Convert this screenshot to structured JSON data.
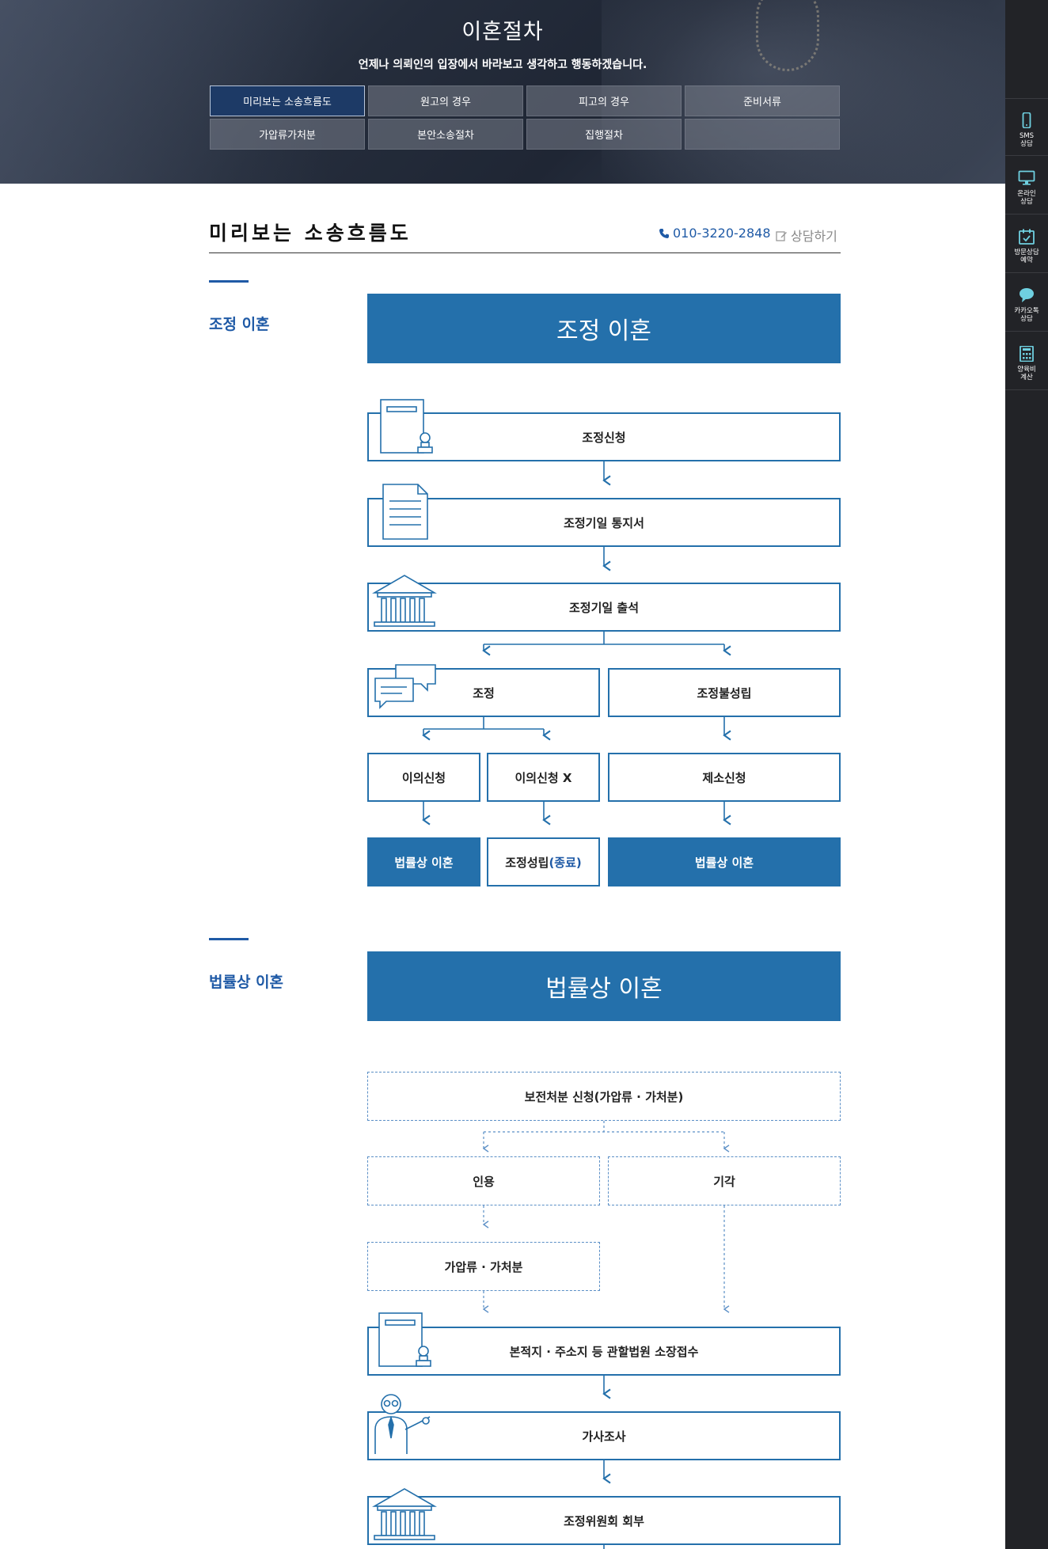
{
  "hero": {
    "title": "이혼절차",
    "subtitle": "언제나 의뢰인의 입장에서 바라보고 생각하고 행동하겠습니다.",
    "tabs": [
      {
        "label": "미리보는 소송흐름도",
        "active": true
      },
      {
        "label": "원고의 경우",
        "active": false
      },
      {
        "label": "피고의 경우",
        "active": false
      },
      {
        "label": "준비서류",
        "active": false
      },
      {
        "label": "가압류가처분",
        "active": false
      },
      {
        "label": "본안소송절차",
        "active": false
      },
      {
        "label": "집행절차",
        "active": false
      },
      {
        "label": "",
        "active": false
      }
    ]
  },
  "quickbar": {
    "items": [
      {
        "label": "SMS\n상담",
        "icon": "mobile-phone-icon"
      },
      {
        "label": "온라인\n상담",
        "icon": "monitor-icon"
      },
      {
        "label": "방문상담\n예약",
        "icon": "calendar-check-icon"
      },
      {
        "label": "카카오톡\n상담",
        "icon": "chat-bubble-icon"
      },
      {
        "label": "양육비\n계산",
        "icon": "calculator-icon"
      }
    ]
  },
  "content": {
    "page_title": "미리보는 소송흐름도",
    "phone": "010-3220-2848",
    "consult_label": "상담하기"
  },
  "section1": {
    "label": "조정 이혼",
    "header": "조정 이혼",
    "steps": {
      "apply": "조정신청",
      "notice": "조정기일 통지서",
      "attend": "조정기일 출석",
      "mediation": "조정",
      "failed": "조정불성립",
      "objection": "이의신청",
      "no_objection": "이의신청 X",
      "lawsuit": "제소신청",
      "legal_divorce_left": "법률상 이혼",
      "established": "조정성립",
      "established_suffix": "(종료)",
      "legal_divorce_right": "법률상 이혼"
    }
  },
  "section2": {
    "label": "법률상 이혼",
    "header": "법률상 이혼",
    "steps": {
      "preservation": "보전처분 신청(가압류 · 가처분)",
      "accepted": "인용",
      "rejected": "기각",
      "seizure": "가압류 · 가처분",
      "filing": "본적지 · 주소지 등 관할법원 소장접수",
      "investigation": "가사조사",
      "committee": "조정위원회 회부"
    }
  },
  "colors": {
    "primary": "#2470ab",
    "accent_text": "#1f5aa6",
    "hero_bg": "#252d3c",
    "quickbar_bg": "#222327",
    "quickbar_icon": "#6fd0e0"
  }
}
